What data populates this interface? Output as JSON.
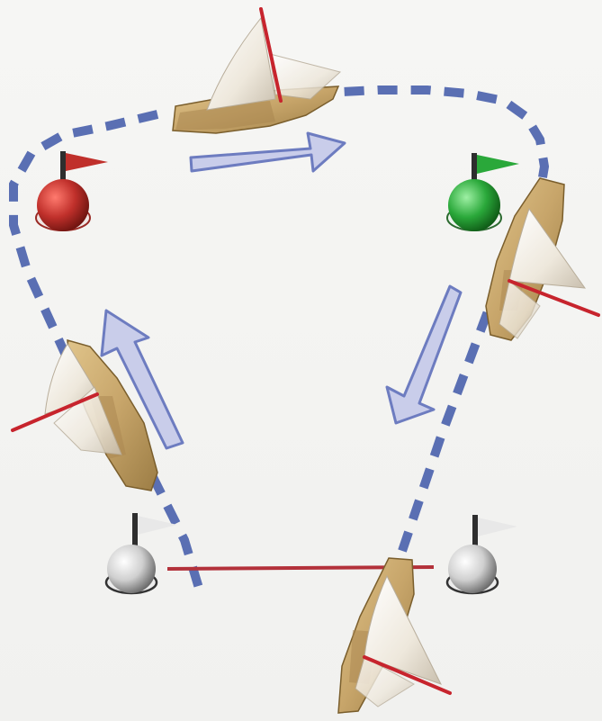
{
  "course": {
    "route_color": "#5a6fb3",
    "start_line_color": "#b3313a",
    "arrow_fill": "#c9cdea",
    "arrow_stroke": "#6d7cc0"
  },
  "buoys": [
    {
      "id": "mark-red",
      "flag_color": "#c0302b",
      "body_color": "#a82420"
    },
    {
      "id": "mark-green",
      "flag_color": "#2aa83a",
      "body_color": "#1f8f2a"
    },
    {
      "id": "start-left",
      "flag_color": "#e8e8e8",
      "body_color": "#d9d9d9"
    },
    {
      "id": "start-right",
      "flag_color": "#e8e8e8",
      "body_color": "#d9d9d9"
    }
  ],
  "boats": [
    {
      "id": "boat-top",
      "hull_color": "#c7a56a",
      "sail_color": "#f2ede4",
      "boom_color": "#c7242d"
    },
    {
      "id": "boat-right",
      "hull_color": "#c7a56a",
      "sail_color": "#f2ede4",
      "boom_color": "#c7242d"
    },
    {
      "id": "boat-left",
      "hull_color": "#c7a56a",
      "sail_color": "#f2ede4",
      "boom_color": "#c7242d"
    },
    {
      "id": "boat-bottom",
      "hull_color": "#c7a56a",
      "sail_color": "#f2ede4",
      "boom_color": "#c7242d"
    }
  ]
}
